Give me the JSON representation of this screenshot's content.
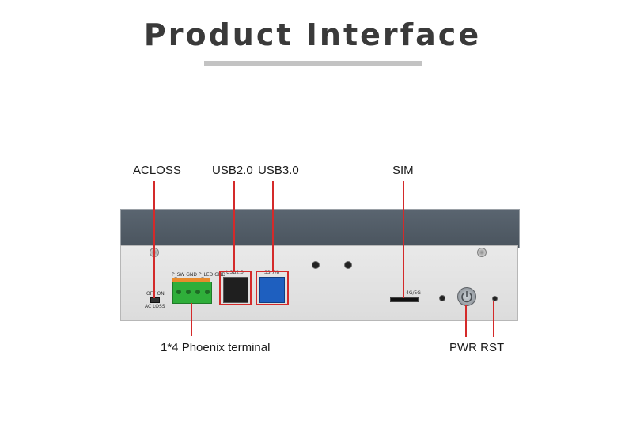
{
  "title": "Product Interface",
  "labels": {
    "acloss": "ACLOSS",
    "usb20": "USB2.0",
    "usb30": "USB3.0",
    "sim": "SIM",
    "phoenix": "1*4 Phoenix terminal",
    "pwr_rst": "PWR RST"
  },
  "panel": {
    "offon": "OFF ON",
    "acloss_small": "AC LOSS",
    "phoenix_pins": "P_SW GND P_LED GND",
    "usb2_tag": "USB2.0",
    "usb3_tag": "SS 7/8",
    "sim_tag": "4G/5G"
  },
  "colors": {
    "accent": "#d42a2a",
    "title": "#3a3a3a",
    "chassis_top": "#4f5a64"
  }
}
